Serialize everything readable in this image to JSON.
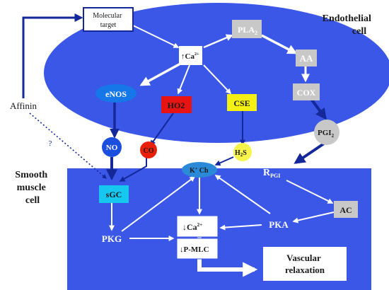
{
  "regions": {
    "endothelial_label": "Endothelial cell",
    "endothelial_label_lines": [
      "Endothelial",
      "cell"
    ],
    "smooth_label_lines": [
      "Smooth",
      "muscle",
      "cell"
    ]
  },
  "nodes": {
    "molecular_target": [
      "Molecular",
      "target"
    ],
    "ca_up": {
      "arrow": "↑",
      "text": "Ca",
      "sup": "2+"
    },
    "pla2": {
      "text": "PLA",
      "sub": "2"
    },
    "aa": "AA",
    "cox": "COX",
    "enos": "eNOS",
    "ho2": "HO2",
    "cse": "CSE",
    "affinin": "Affinin",
    "question": "?",
    "no": "NO",
    "co": "CO",
    "h2s": {
      "text": "H",
      "sub": "2",
      "tail": "S"
    },
    "pgi2": {
      "text": "PGI",
      "sub": "2"
    },
    "kch": {
      "text": "K",
      "sup": "+",
      "tail": " Ch"
    },
    "rpgi": {
      "text": "R",
      "sub": "PGI"
    },
    "sgc": "sGC",
    "ac": "AC",
    "pkg": "PKG",
    "pka": "PKA",
    "ca_down": {
      "arrow": "↓",
      "text": "Ca",
      "sup": "2+"
    },
    "pmlc": {
      "arrow": "↓",
      "text": "P-MLC"
    },
    "vascular": [
      "Vascular",
      "relaxation"
    ]
  },
  "colors": {
    "cell_blue": "#3a57e8",
    "dark_blue": "#14289a",
    "enos_blue": "#1577e8",
    "ho2_red": "#e81414",
    "cse_yellow": "#f4f012",
    "no_blue": "#1a4fe0",
    "co_red": "#e8200a",
    "h2s_yellow": "#f6f44a",
    "sgc_cyan": "#16c8f0",
    "kch_blue": "#2b8ad8",
    "gray_box": "#c8c8c8"
  }
}
